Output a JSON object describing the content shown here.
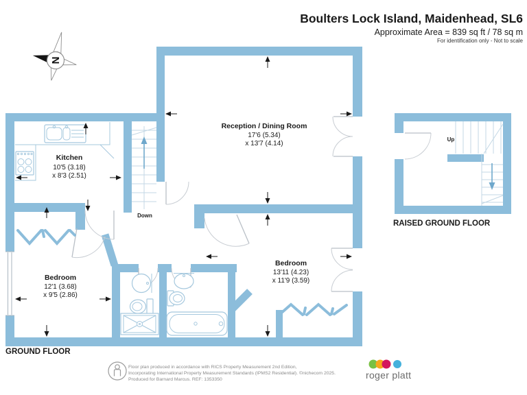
{
  "header": {
    "title": "Boulters Lock Island, Maidenhead, SL6",
    "area_line": "Approximate Area = 839 sq ft / 78 sq m",
    "disclaimer": "For identification only - Not to scale"
  },
  "compass": {
    "north_label": "N"
  },
  "floorplan": {
    "rooms": {
      "kitchen": {
        "name": "Kitchen",
        "dim_line1": "10'5 (3.18)",
        "dim_line2": "x 8'3 (2.51)"
      },
      "reception": {
        "name": "Reception / Dining Room",
        "dim_line1": "17'6 (5.34)",
        "dim_line2": "x 13'7 (4.14)"
      },
      "bedroom1": {
        "name": "Bedroom",
        "dim_line1": "12'1 (3.68)",
        "dim_line2": "x 9'5 (2.86)"
      },
      "bedroom2": {
        "name": "Bedroom",
        "dim_line1": "13'11 (4.23)",
        "dim_line2": "x 11'9 (3.59)"
      }
    },
    "stairs": {
      "down_label": "Down",
      "up_label": "Up"
    },
    "labels": {
      "ground_floor": "GROUND FLOOR",
      "raised_ground_floor": "RAISED GROUND FLOOR"
    }
  },
  "footer": {
    "line1": "Floor plan produced in accordance with RICS Property Measurement 2nd Edition,",
    "line2": "Incorporating International Property Measurement Standards (IPMS2 Residential).  ©nichecom 2025.",
    "line3": "Produced for Barnard Marcus.   REF:  1353350"
  },
  "logo": {
    "text": "roger platt",
    "dot_colors": [
      "#79C143",
      "#F7A81B",
      "#D4175C",
      "#45B1DC"
    ]
  },
  "colors": {
    "wall": "#8CBDDB",
    "blue_arrow": "#6FA8CC"
  }
}
